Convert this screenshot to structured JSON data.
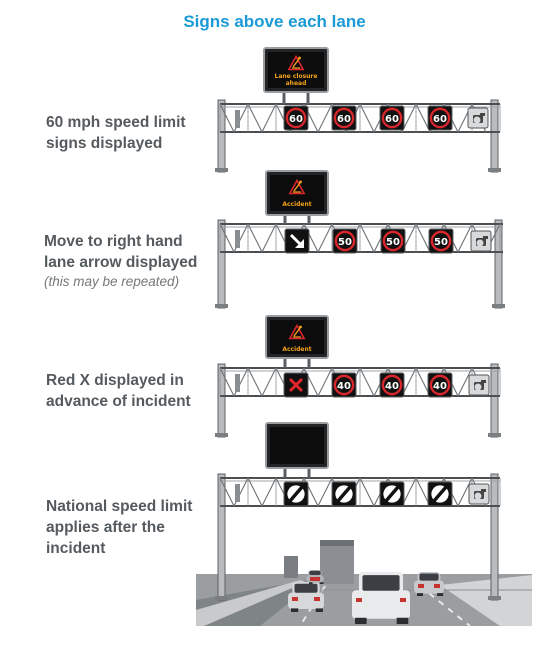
{
  "title": "Signs above each lane",
  "colors": {
    "title": "#1b9ad6",
    "caption": "#555a5e",
    "vms_text": "#f3a21a",
    "speed_ring": "#d9262c"
  },
  "scenes": [
    {
      "caption": [
        "60 mph speed limit",
        "signs displayed"
      ],
      "note": "",
      "message_sign": {
        "icon": "roadworks-icon",
        "lines": [
          "Lane closure",
          "ahead"
        ]
      },
      "lanes": [
        {
          "type": "speed",
          "value": "60"
        },
        {
          "type": "speed",
          "value": "60"
        },
        {
          "type": "speed",
          "value": "60"
        },
        {
          "type": "speed",
          "value": "60"
        }
      ]
    },
    {
      "caption": [
        "Move to right hand",
        "lane arrow displayed"
      ],
      "note": "(this may be repeated)",
      "message_sign": {
        "icon": "roadworks-icon",
        "lines": [
          "Accident"
        ]
      },
      "lanes": [
        {
          "type": "arrow"
        },
        {
          "type": "speed",
          "value": "50"
        },
        {
          "type": "speed",
          "value": "50"
        },
        {
          "type": "speed",
          "value": "50"
        }
      ]
    },
    {
      "caption": [
        "Red X displayed in",
        "advance of incident"
      ],
      "note": "",
      "message_sign": {
        "icon": "roadworks-icon",
        "lines": [
          "Accident"
        ]
      },
      "lanes": [
        {
          "type": "redx"
        },
        {
          "type": "speed",
          "value": "40"
        },
        {
          "type": "speed",
          "value": "40"
        },
        {
          "type": "speed",
          "value": "40"
        }
      ]
    },
    {
      "caption": [
        "National speed limit",
        "applies after the",
        "incident"
      ],
      "note": "",
      "message_sign": {
        "icon": "blank-icon",
        "lines": []
      },
      "lanes": [
        {
          "type": "national"
        },
        {
          "type": "national"
        },
        {
          "type": "national"
        },
        {
          "type": "national"
        }
      ]
    }
  ]
}
